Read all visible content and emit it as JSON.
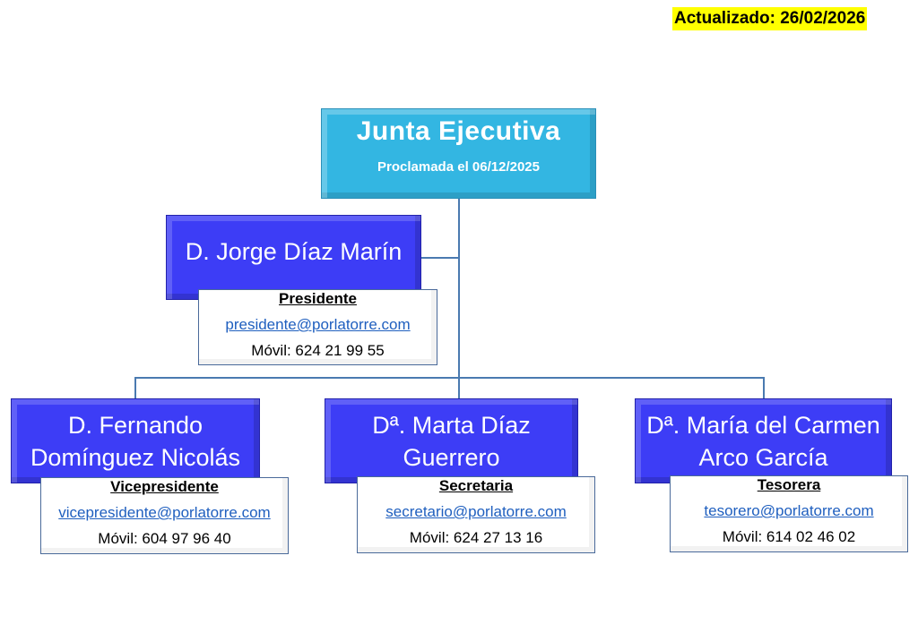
{
  "updated": "Actualizado: 26/02/2026",
  "root": {
    "title": "Junta Ejecutiva",
    "subtitle": "Proclamada el 06/12/2025"
  },
  "colors": {
    "root": "#33b6e2",
    "member": "#3d3df6",
    "link": "#1f5fbf",
    "badge": "#ffff00"
  },
  "president": {
    "name": "D. Jorge Díaz Marín",
    "role": "Presidente",
    "email": "presidente@porlatorre.com",
    "phone": "Móvil: 624 21 99 55"
  },
  "members": [
    {
      "name": "D. Fernando Domínguez Nicolás",
      "role": "Vicepresidente",
      "email": "vicepresidente@porlatorre.com",
      "phone": "Móvil: 604 97 96 40"
    },
    {
      "name": "Dª. Marta Díaz Guerrero",
      "role": "Secretaria",
      "email": "secretario@porlatorre.com",
      "phone": "Móvil: 624 27 13 16"
    },
    {
      "name": "Dª. María del Carmen Arco García",
      "role": "Tesorera",
      "email": "tesorero@porlatorre.com",
      "phone": "Móvil: 614 02 46 02"
    }
  ]
}
